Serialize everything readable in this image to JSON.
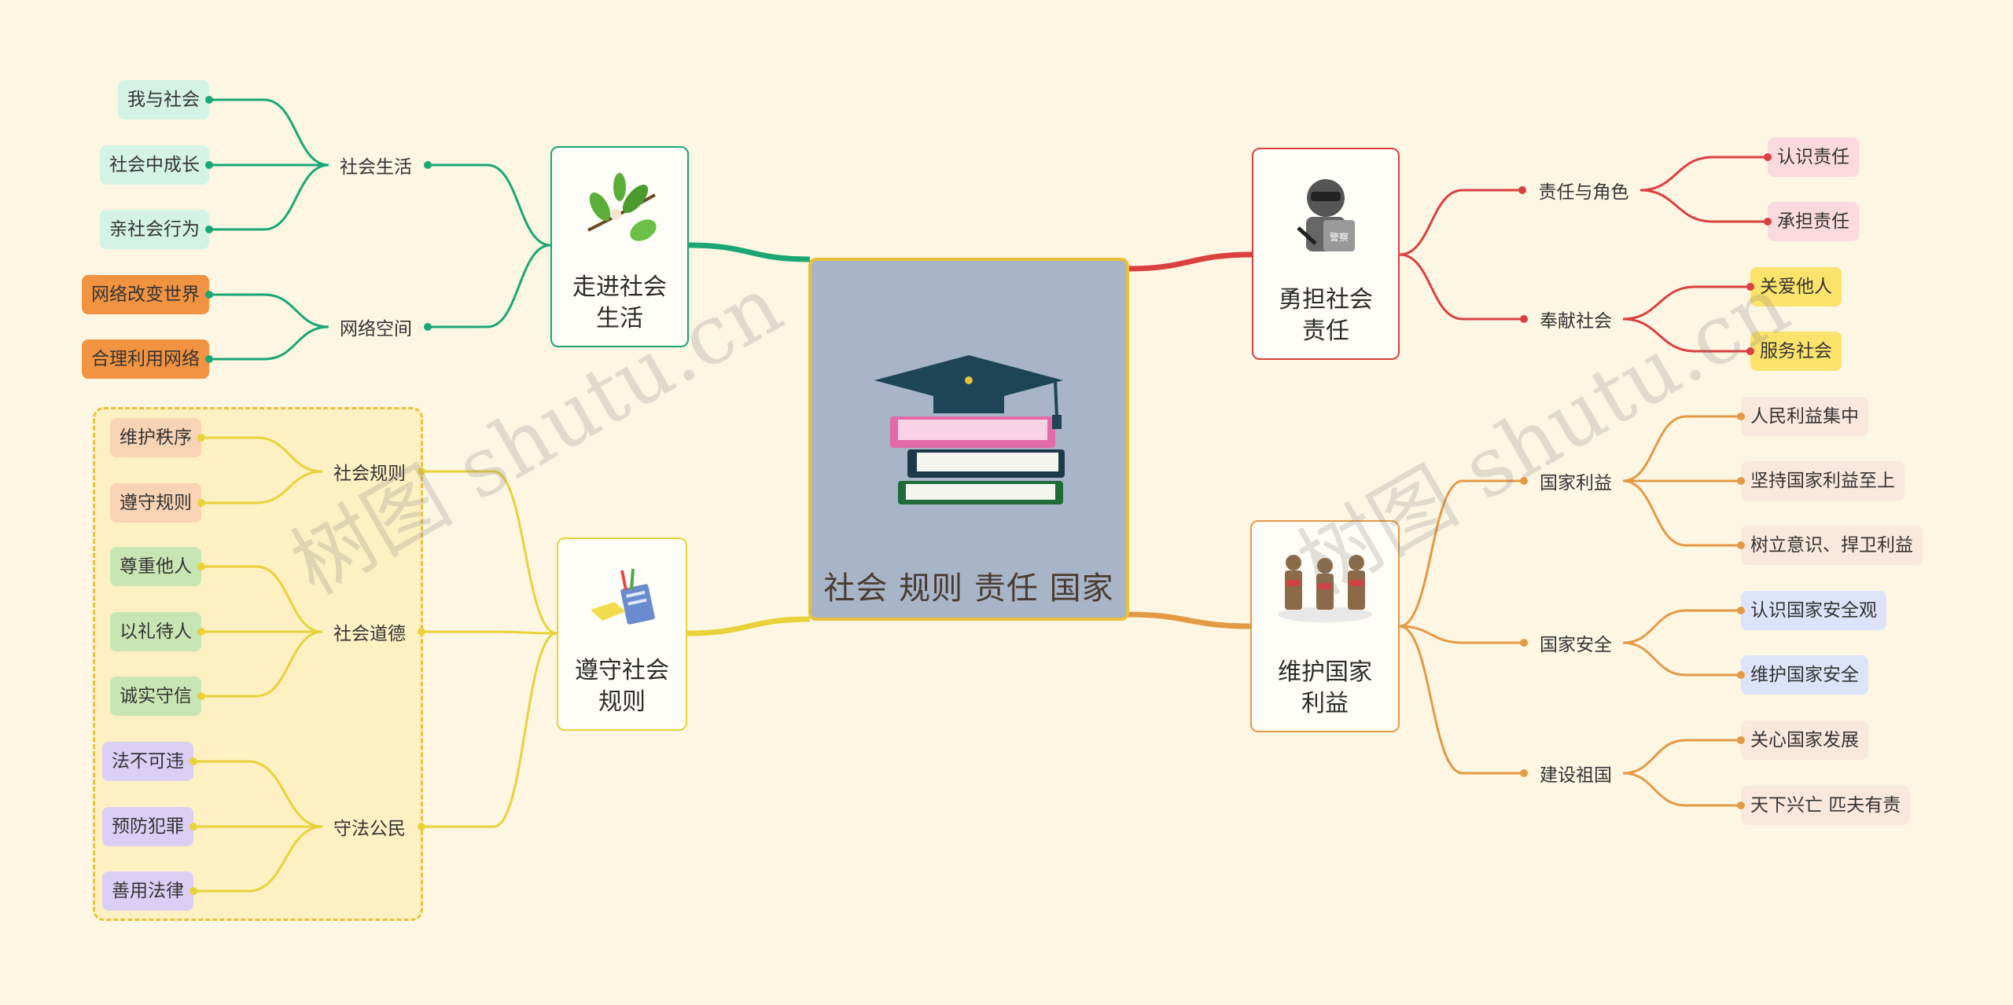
{
  "center": {
    "title": "社会 规则 责任 国家"
  },
  "topics": [
    {
      "id": "t1",
      "label": "走进社会\n生活",
      "color": "#1aa774"
    },
    {
      "id": "t2",
      "label": "遵守社会\n规则",
      "color": "#e8d23a"
    },
    {
      "id": "t3",
      "label": "勇担社会\n责任",
      "color": "#d9403f"
    },
    {
      "id": "t4",
      "label": "维护国家\n利益",
      "color": "#e39a45"
    }
  ],
  "subtopics": [
    {
      "id": "s1",
      "label": "社会生活"
    },
    {
      "id": "s2",
      "label": "网络空间"
    },
    {
      "id": "s3",
      "label": "社会规则"
    },
    {
      "id": "s4",
      "label": "社会道德"
    },
    {
      "id": "s5",
      "label": "守法公民"
    },
    {
      "id": "s6",
      "label": "责任与角色"
    },
    {
      "id": "s7",
      "label": "奉献社会"
    },
    {
      "id": "s8",
      "label": "国家利益"
    },
    {
      "id": "s9",
      "label": "国家安全"
    },
    {
      "id": "s10",
      "label": "建设祖国"
    }
  ],
  "leaves": [
    {
      "label": "我与社会",
      "bg": "#d4f3e6"
    },
    {
      "label": "社会中成长",
      "bg": "#d4f3e6"
    },
    {
      "label": "亲社会行为",
      "bg": "#d4f3e6"
    },
    {
      "label": "网络改变世界",
      "bg": "#f29342"
    },
    {
      "label": "合理利用网络",
      "bg": "#f29342"
    },
    {
      "label": "维护秩序",
      "bg": "#f9d4b4"
    },
    {
      "label": "遵守规则",
      "bg": "#f9d4b4"
    },
    {
      "label": "尊重他人",
      "bg": "#c8e6b4"
    },
    {
      "label": "以礼待人",
      "bg": "#c8e6b4"
    },
    {
      "label": "诚实守信",
      "bg": "#c8e6b4"
    },
    {
      "label": "法不可违",
      "bg": "#dccff5"
    },
    {
      "label": "预防犯罪",
      "bg": "#dccff5"
    },
    {
      "label": "善用法律",
      "bg": "#dccff5"
    },
    {
      "label": "认识责任",
      "bg": "#fadadd"
    },
    {
      "label": "承担责任",
      "bg": "#fadadd"
    },
    {
      "label": "关爱他人",
      "bg": "#fce46c"
    },
    {
      "label": "服务社会",
      "bg": "#fce46c"
    },
    {
      "label": "人民利益集中",
      "bg": "#fbe8dc"
    },
    {
      "label": "坚持国家利益至上",
      "bg": "#fbe8dc"
    },
    {
      "label": "树立意识、捍卫利益",
      "bg": "#fbe8dc"
    },
    {
      "label": "认识国家安全观",
      "bg": "#dde3f8"
    },
    {
      "label": "维护国家安全",
      "bg": "#dde3f8"
    },
    {
      "label": "关心国家发展",
      "bg": "#fbe8dc"
    },
    {
      "label": "天下兴亡 匹夫有责",
      "bg": "#fbe8dc"
    }
  ],
  "watermark": "树图 shutu.cn"
}
